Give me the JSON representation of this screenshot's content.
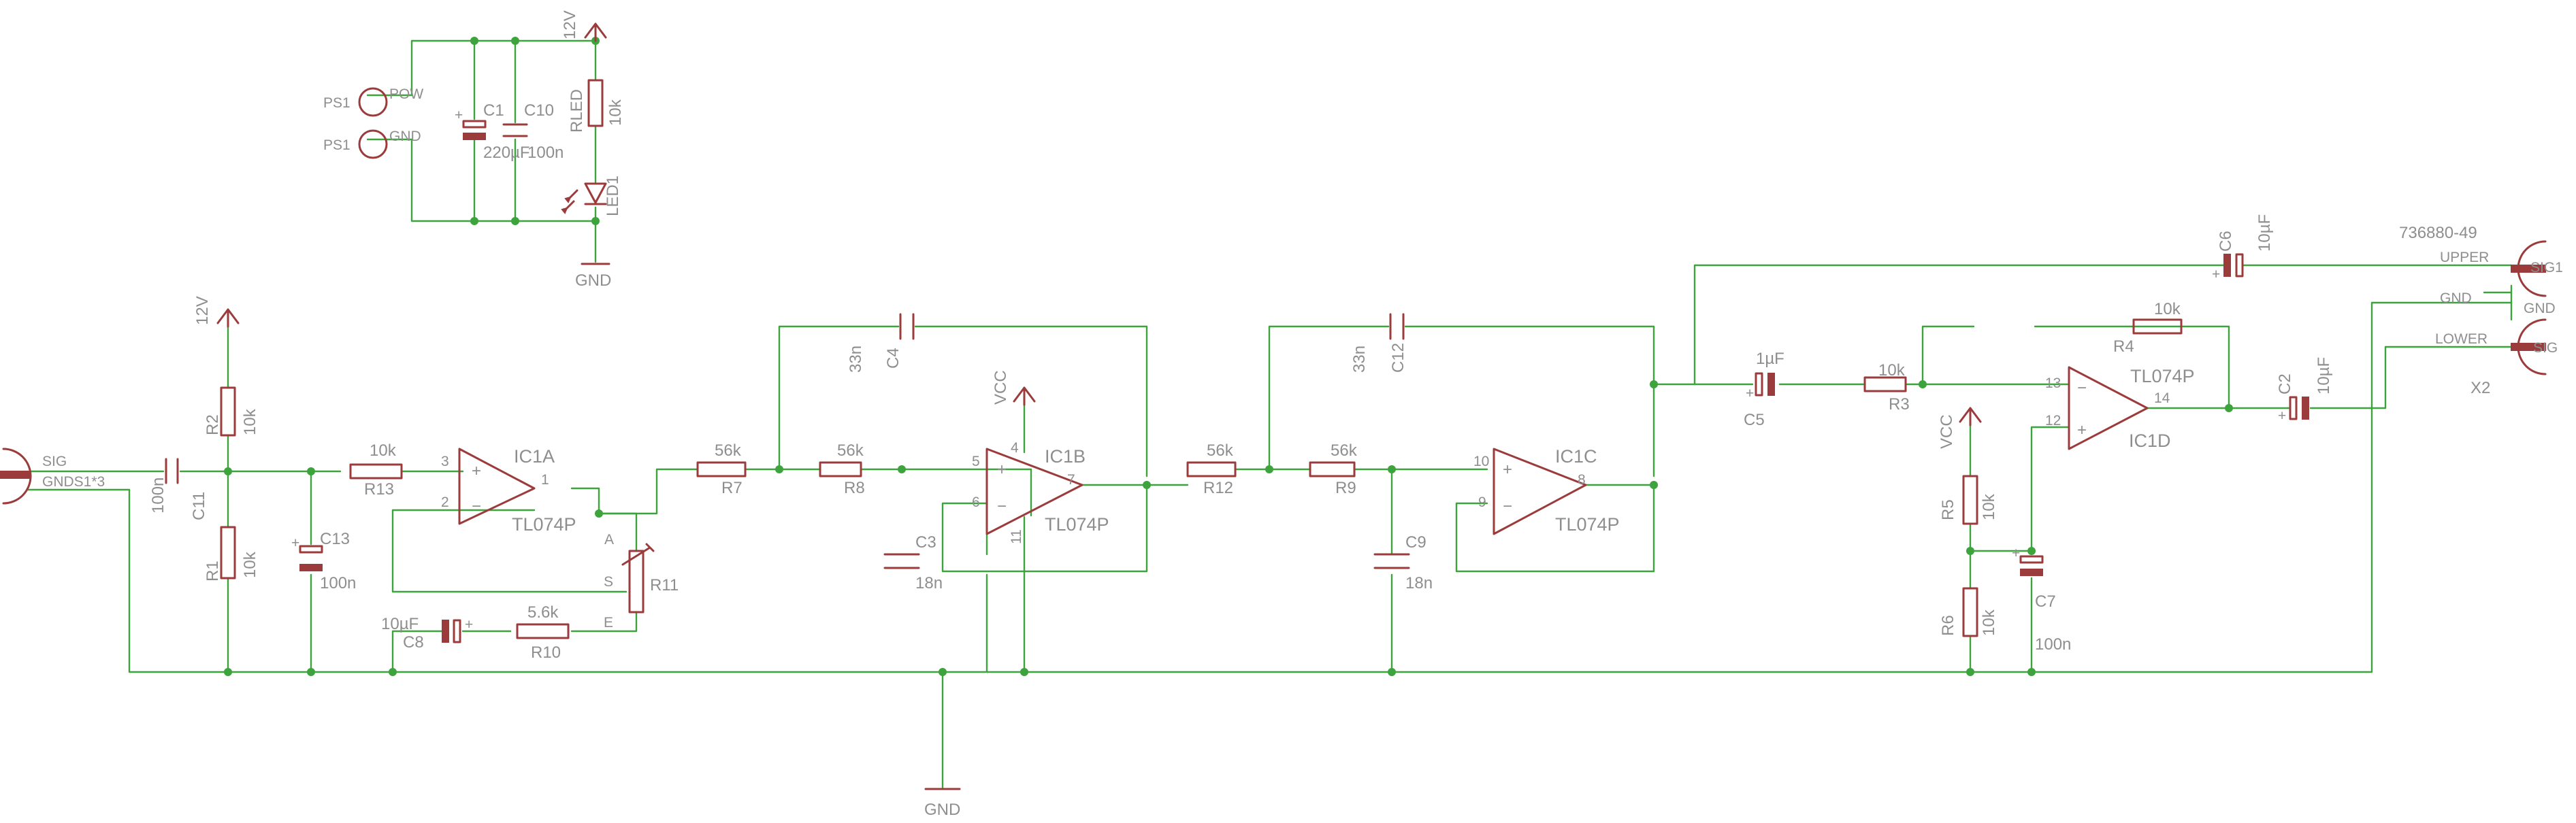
{
  "colors": {
    "wire": "#3da33d",
    "component": "#9b3b3b",
    "label": "#8e8e8e",
    "background": "#ffffff"
  },
  "power": {
    "ps1_pow": {
      "name": "PS1",
      "pin": "POW"
    },
    "ps1_gnd": {
      "name": "PS1",
      "pin": "GND"
    },
    "c1": {
      "name": "C1",
      "value": "220µF"
    },
    "c10": {
      "name": "C10",
      "value": "100n"
    },
    "rled": {
      "name": "RLED",
      "value": "10k"
    },
    "led1": {
      "name": "LED1"
    },
    "supply": "12V",
    "ground": "GND"
  },
  "input": {
    "jack_pins": [
      "SIG",
      "GNDS1*3"
    ],
    "c11": {
      "name": "C11",
      "value": "100n"
    },
    "r2": {
      "name": "R2",
      "value": "10k"
    },
    "r1": {
      "name": "R1",
      "value": "10k"
    },
    "c13": {
      "name": "C13",
      "value": "100n"
    },
    "supply": "12V"
  },
  "stage1": {
    "r13": {
      "name": "R13",
      "value": "10k"
    },
    "ic1a": {
      "name": "IC1A",
      "part": "TL074P",
      "pins": [
        "3",
        "2",
        "1"
      ]
    },
    "r11": {
      "name": "R11",
      "pins": [
        "A",
        "S",
        "E"
      ]
    },
    "r10": {
      "name": "R10",
      "value": "5.6k"
    },
    "c8": {
      "name": "C8",
      "value": "10µF"
    }
  },
  "filter1": {
    "r7": {
      "name": "R7",
      "value": "56k"
    },
    "r8": {
      "name": "R8",
      "value": "56k"
    },
    "c4": {
      "name": "C4",
      "value": "33n"
    },
    "c3": {
      "name": "C3",
      "value": "18n"
    },
    "ic1b": {
      "name": "IC1B",
      "part": "TL074P",
      "pins": [
        "5",
        "6",
        "7",
        "4",
        "11"
      ]
    },
    "vcc": "VCC"
  },
  "filter2": {
    "r12": {
      "name": "R12",
      "value": "56k"
    },
    "r9": {
      "name": "R9",
      "value": "56k"
    },
    "c12": {
      "name": "C12",
      "value": "33n"
    },
    "c9": {
      "name": "C9",
      "value": "18n"
    },
    "ic1c": {
      "name": "IC1C",
      "part": "TL074P",
      "pins": [
        "10",
        "9",
        "8"
      ]
    }
  },
  "output": {
    "c6": {
      "name": "C6",
      "value": "10µF"
    },
    "c5": {
      "name": "C5",
      "value": "1µF"
    },
    "r3": {
      "name": "R3",
      "value": "10k"
    },
    "r4": {
      "name": "R4",
      "value": "10k"
    },
    "ic1d": {
      "name": "IC1D",
      "part": "TL074P",
      "pins": [
        "13",
        "12",
        "14"
      ]
    },
    "c2": {
      "name": "C2",
      "value": "10µF"
    },
    "r5": {
      "name": "R5",
      "value": "10k"
    },
    "r6": {
      "name": "R6",
      "value": "10k"
    },
    "c7": {
      "name": "C7",
      "value": "100n"
    },
    "vcc": "VCC",
    "x2": {
      "name": "X2",
      "part": "736880-49",
      "labels": [
        "UPPER",
        "GND",
        "LOWER"
      ],
      "pins": [
        "SIG1",
        "GND",
        "SIG"
      ]
    }
  },
  "ground_main": "GND"
}
